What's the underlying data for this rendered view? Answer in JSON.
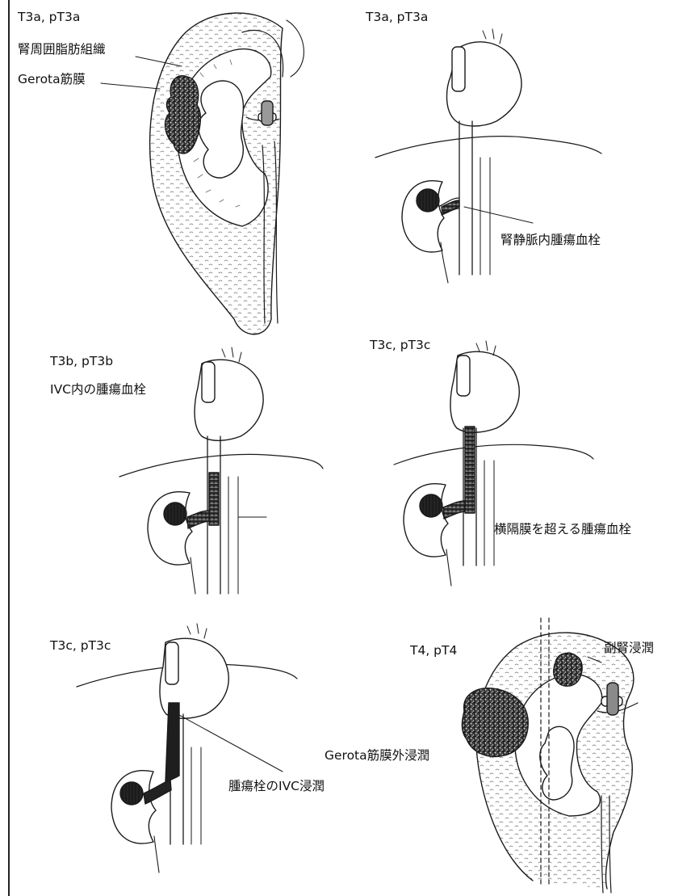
{
  "panels": [
    {
      "stage": "T3a, pT3a",
      "callouts": [
        "腎周囲脂肪組織",
        "Gerota筋膜"
      ]
    },
    {
      "stage": "T3a, pT3a",
      "callouts": [
        "腎静脈内腫瘍血栓"
      ]
    },
    {
      "stage": "T3b, pT3b",
      "callouts": [
        "IVC内の腫瘍血栓"
      ]
    },
    {
      "stage": "T3c, pT3c",
      "callouts": [
        "横隔膜を超える腫瘍血栓"
      ]
    },
    {
      "stage": "T3c, pT3c",
      "callouts": [
        "腫瘍栓のIVC浸潤"
      ]
    },
    {
      "stage": "T4, pT4",
      "callouts": [
        "副腎浸潤",
        "Gerota筋膜外浸潤"
      ]
    }
  ],
  "colors": {
    "ink": "#1a1a1a",
    "tumor_fill": "#3a3a3a",
    "thrombus_fill": "#555555",
    "paper": "#ffffff"
  }
}
